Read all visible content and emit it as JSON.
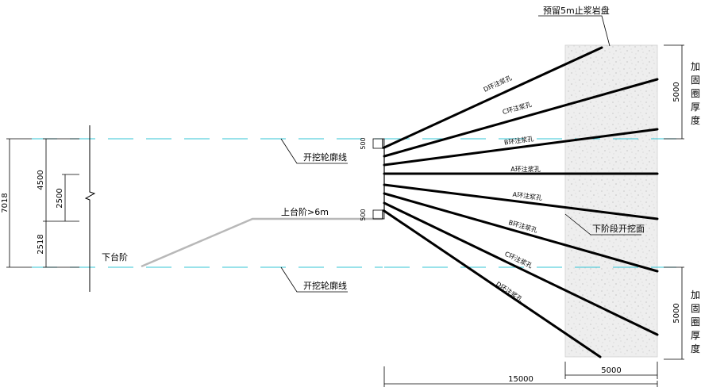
{
  "labels": {
    "top_note": "预留5m止浆岩盘",
    "excavation_line_top": "开挖轮廓线",
    "excavation_line_bottom": "开挖轮廓线",
    "upper_bench": "上台阶>6m",
    "lower_bench": "下台阶",
    "lower_section": "下阶段开挖面"
  },
  "reinforcement": {
    "top": [
      "加",
      "固",
      "圈",
      "厚",
      "度"
    ],
    "bottom": [
      "加",
      "固",
      "圈",
      "厚",
      "度"
    ]
  },
  "holes": [
    "D环注浆孔",
    "C环注浆孔",
    "B环注浆孔",
    "A环注浆孔",
    "A环注浆孔",
    "B环注浆孔",
    "C环注浆孔",
    "D环注浆孔"
  ],
  "dimensions": {
    "total_height": "7018",
    "upper_height": "4500",
    "lower_height": "2518",
    "step_height": "2500",
    "top_offset": "500",
    "mid_offset": "500",
    "right_top": "5000",
    "right_bottom": "5000",
    "bottom_width": "5000",
    "bottom_total": "15000"
  },
  "colors": {
    "line": "#000000",
    "contour": "#33c4d4",
    "bench": "#b8b8b8",
    "rock": "#eeeeee"
  }
}
